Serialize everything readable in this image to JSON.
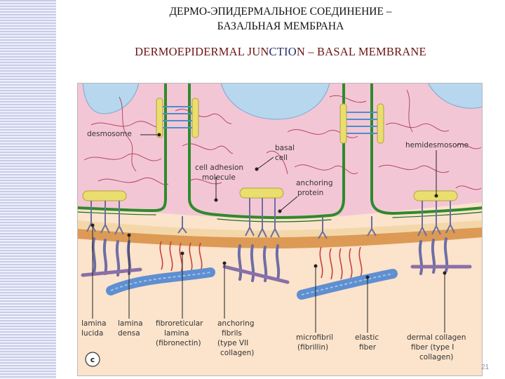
{
  "title": {
    "ru_line1": "ДЕРМО-ЭПИДЕРМАЛЬНОЕ СОЕДИНЕНИЕ –",
    "ru_line2": "БАЗАЛЬНАЯ МЕМБРАНА",
    "en_part1": "DERMOEPIDERMAL JUN",
    "en_part2": "CTIO",
    "en_part3": "N – BASAL MEMBRANE"
  },
  "diagram": {
    "panel_letter": "c",
    "labels": {
      "desmosome": "desmosome",
      "basal_cell_1": "basal",
      "basal_cell_2": "cell",
      "hemidesmosome": "hemidesmosome",
      "cell_adhesion_1": "cell adhesion",
      "cell_adhesion_2": "molecule",
      "anchoring_protein_1": "anchoring",
      "anchoring_protein_2": "protein",
      "lamina_lucida_1": "lamina",
      "lamina_lucida_2": "lucida",
      "lamina_densa_1": "lamina",
      "lamina_densa_2": "densa",
      "fibroreticular_1": "fibroreticular",
      "fibroreticular_2": "lamina",
      "fibroreticular_3": "(fibronectin)",
      "anchoring_fibrils_1": "anchoring",
      "anchoring_fibrils_2": "fibrils",
      "anchoring_fibrils_3": "(type VII",
      "anchoring_fibrils_4": "collagen)",
      "microfibril_1": "microfibril",
      "microfibril_2": "(fibrillin)",
      "elastic_fiber_1": "elastic",
      "elastic_fiber_2": "fiber",
      "dermal_collagen_1": "dermal collagen",
      "dermal_collagen_2": "fiber (type I",
      "dermal_collagen_3": "collagen)"
    },
    "colors": {
      "epidermis": "#f3c6d6",
      "dermis": "#fbe3cc",
      "lamina_densa": "#dd9a55",
      "membrane_green": "#3f9a3a",
      "plaque_yellow": "#e9de6e",
      "anchoring_fibril": "#6e6ea6",
      "collagen_blue": "#5f8fd0"
    }
  },
  "page_number": "21"
}
